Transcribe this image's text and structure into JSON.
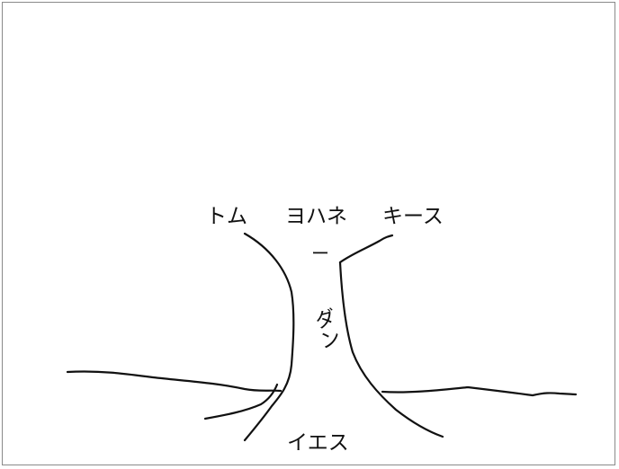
{
  "labels": {
    "tom": "トム",
    "yohane": "ヨハネ",
    "keith": "キース",
    "dan": "ダン",
    "bar": "ー",
    "iesu": "イエス"
  },
  "colors": {
    "stroke": "#111111",
    "frame": "#8a8a8a",
    "background": "#ffffff"
  }
}
